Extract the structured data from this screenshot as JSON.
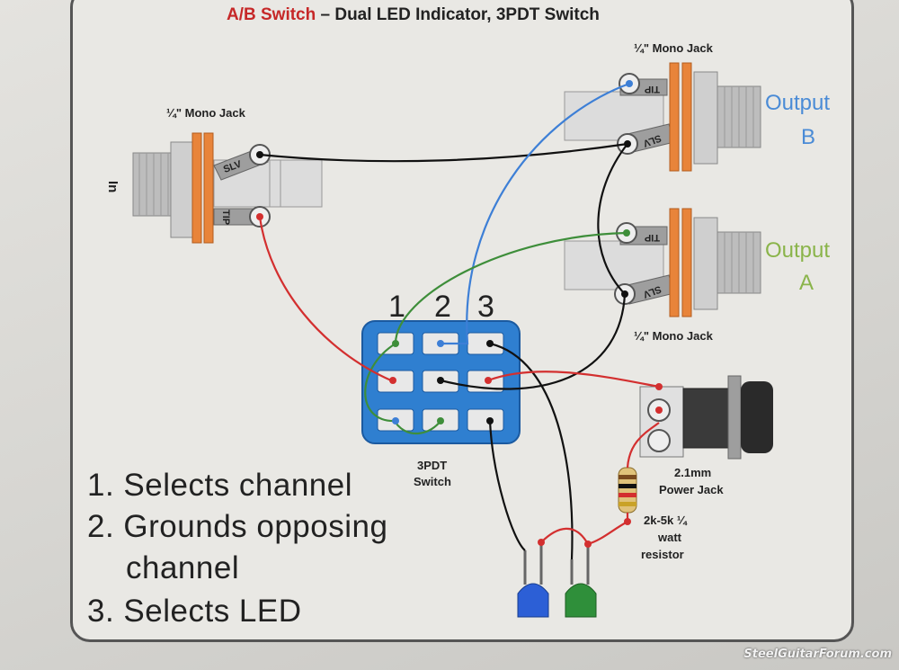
{
  "title": {
    "part1": "A/B Switch",
    "part2": " – Dual LED Indicator, 3PDT Switch"
  },
  "jacks": {
    "input": {
      "label": "¼\" Mono Jack",
      "side": "In"
    },
    "output_b": {
      "label": "¼\" Mono Jack",
      "name": "Output",
      "letter": "B"
    },
    "output_a": {
      "label": "¼\" Mono Jack",
      "name": "Output",
      "letter": "A"
    },
    "tip": "TIP",
    "sleeve": "SLV"
  },
  "switch": {
    "pole_numbers": [
      "1",
      "2",
      "3"
    ],
    "label_line1": "3PDT",
    "label_line2": "Switch"
  },
  "power_jack": {
    "line1": "2.1mm",
    "line2": "Power Jack"
  },
  "resistor": {
    "line1": "2k-5k ¼",
    "line2": "watt",
    "line3": "resistor"
  },
  "notes": [
    "1. Selects channel",
    "2. Grounds opposing",
    "channel",
    "3. Selects LED"
  ],
  "watermark": "SteelGuitarForum.com",
  "colors": {
    "title_red": "#c62828",
    "wire_red": "#d32f2f",
    "wire_blue": "#3d7fd6",
    "wire_green": "#3e8e3a",
    "wire_black": "#111111",
    "switch_blue": "#2f7fd0",
    "output_b": "#4a8bd6",
    "output_a": "#8ab44a",
    "jack_orange": "#e8843a"
  }
}
